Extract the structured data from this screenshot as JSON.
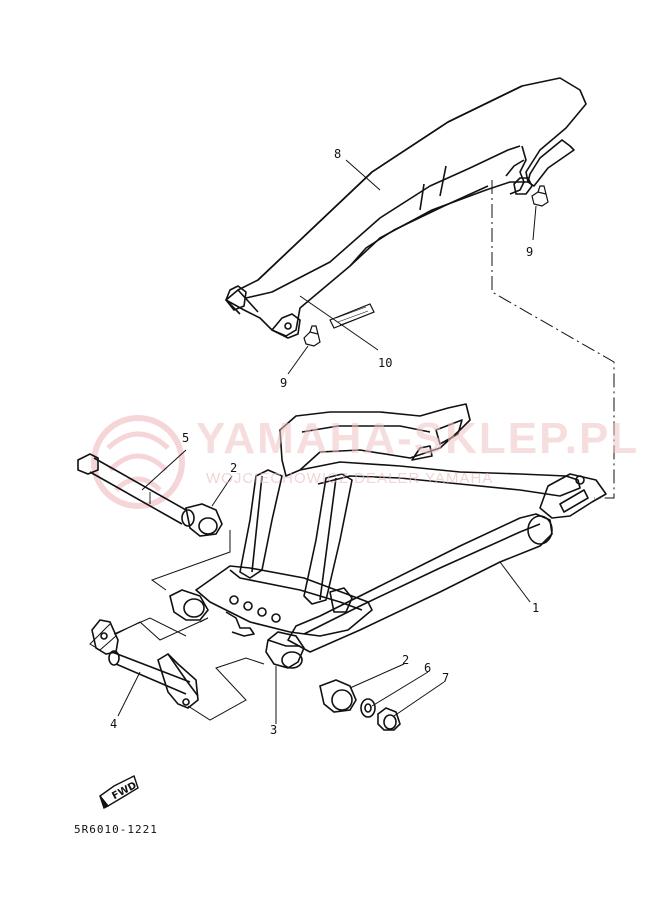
{
  "watermark": {
    "logo": "yamaha-logo",
    "text": "YAMAHA-SKLEP.PL",
    "subtext": "WOJCIECHOWICZ DEALER YAMAHA"
  },
  "callouts": {
    "c1": "1",
    "c2a": "2",
    "c2b": "2",
    "c3": "3",
    "c4": "4",
    "c5": "5",
    "c6": "6",
    "c7": "7",
    "c8": "8",
    "c9a": "9",
    "c9b": "9",
    "c10": "10"
  },
  "fwd": "FWD",
  "part_code": "5R6010-1221",
  "colors": {
    "line": "#111111",
    "watermark": "#f0c4c6"
  }
}
